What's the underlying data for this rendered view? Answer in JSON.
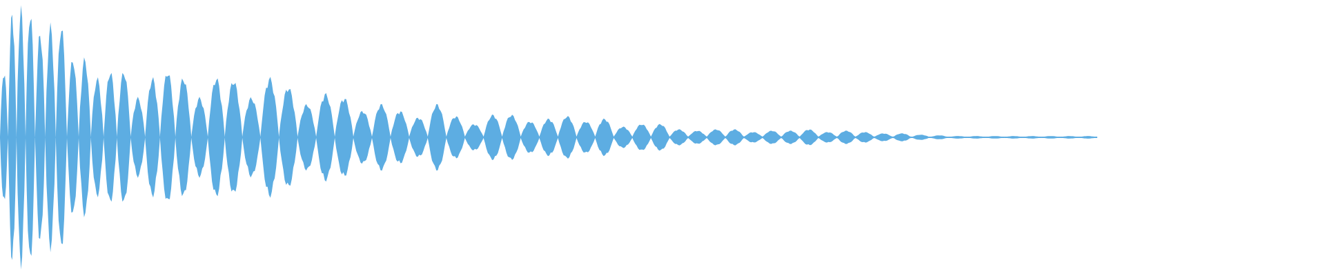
{
  "waveform": {
    "color": "#5dade2",
    "background": "#ffffff",
    "envelope_peaks": [
      0.5,
      0.95,
      0.98,
      0.95,
      0.8,
      0.85,
      0.85,
      0.6,
      0.6,
      0.45,
      0.5,
      0.5,
      0.3,
      0.45,
      0.5,
      0.45,
      0.3,
      0.45,
      0.43,
      0.3,
      0.45,
      0.38,
      0.25,
      0.33,
      0.3,
      0.2,
      0.25,
      0.2,
      0.15,
      0.25,
      0.16,
      0.1,
      0.17,
      0.17,
      0.12,
      0.14,
      0.16,
      0.12,
      0.14,
      0.08,
      0.1,
      0.1,
      0.06,
      0.05,
      0.06,
      0.06,
      0.04,
      0.05,
      0.05,
      0.06,
      0.04,
      0.05,
      0.04,
      0.03,
      0.03,
      0.02,
      0.015,
      0.01,
      0.01,
      0.01,
      0.01,
      0.01,
      0.01,
      0.01,
      0.01
    ]
  }
}
